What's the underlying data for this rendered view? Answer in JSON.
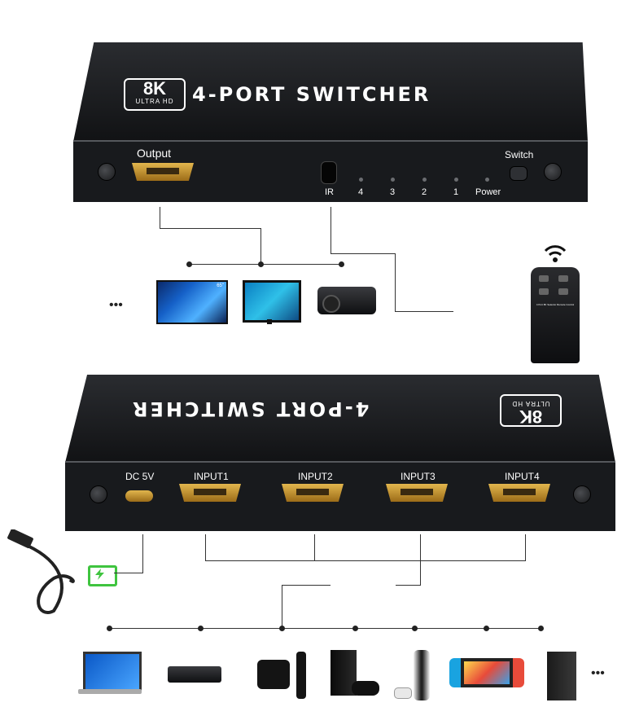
{
  "top_switch": {
    "logo_main": "8K",
    "logo_sub": "ULTRA HD",
    "title": "4-PORT SWITCHER",
    "output_label": "Output",
    "switch_label": "Switch",
    "port_labels": [
      "IR",
      "4",
      "3",
      "2",
      "1",
      "Power"
    ]
  },
  "bottom_switch": {
    "logo_main": "8K",
    "logo_sub": "ULTRA HD",
    "title": "4-PORT SWITCHER",
    "dc_label": "DC 5V",
    "inputs": [
      "INPUT1",
      "INPUT2",
      "INPUT3",
      "INPUT4"
    ]
  },
  "remote": {
    "caption": "4 Port 8K Selector Remote Control"
  },
  "displays": {
    "tv_label": "65\""
  },
  "more_glyph": "•••"
}
